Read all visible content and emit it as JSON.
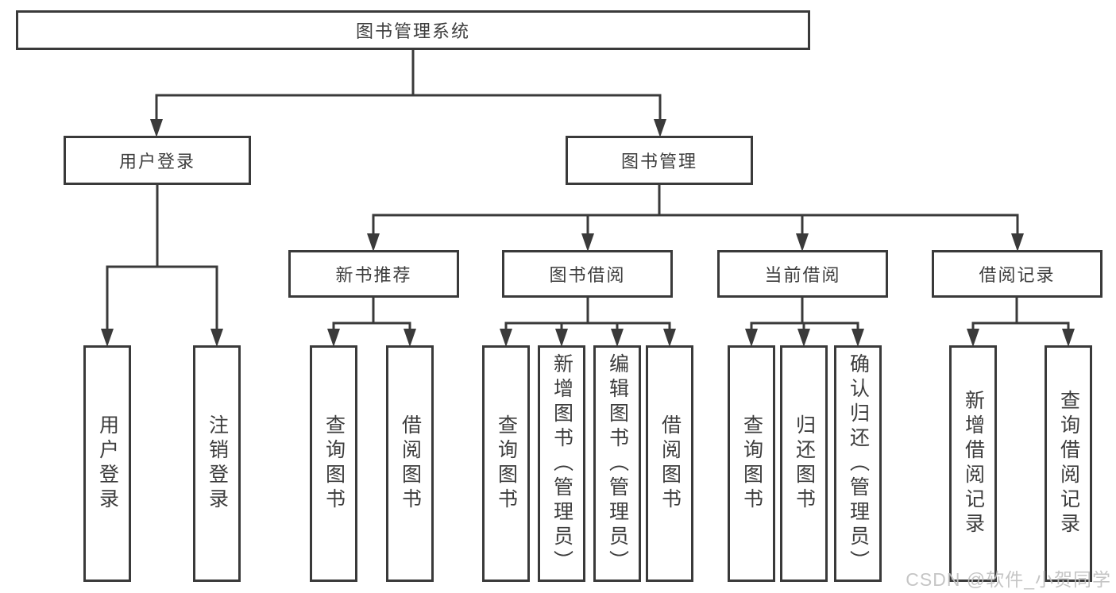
{
  "diagram": {
    "type": "tree",
    "root": {
      "label": "图书管理系统",
      "children": [
        {
          "label": "用户登录",
          "children": [
            {
              "label": "用户登录"
            },
            {
              "label": "注销登录"
            }
          ]
        },
        {
          "label": "图书管理",
          "children": [
            {
              "label": "新书推荐",
              "children": [
                {
                  "label": "查询图书"
                },
                {
                  "label": "借阅图书"
                }
              ]
            },
            {
              "label": "图书借阅",
              "children": [
                {
                  "label": "查询图书"
                },
                {
                  "label": "新增图书（管理员）"
                },
                {
                  "label": "编辑图书（管理员）"
                },
                {
                  "label": "借阅图书"
                }
              ]
            },
            {
              "label": "当前借阅",
              "children": [
                {
                  "label": "查询图书"
                },
                {
                  "label": "归还图书"
                },
                {
                  "label": "确认归还（管理员）"
                }
              ]
            },
            {
              "label": "借阅记录",
              "children": [
                {
                  "label": "新增借阅记录"
                },
                {
                  "label": "查询借阅记录"
                }
              ]
            }
          ]
        }
      ]
    }
  },
  "watermark": {
    "text": "CSDN @软件_小贺同学"
  },
  "colors": {
    "line": "#3a3a3a",
    "box_border": "#3a3a3a",
    "text": "#3d3d3d",
    "watermark": "#c0c0c0",
    "background": "#ffffff"
  }
}
